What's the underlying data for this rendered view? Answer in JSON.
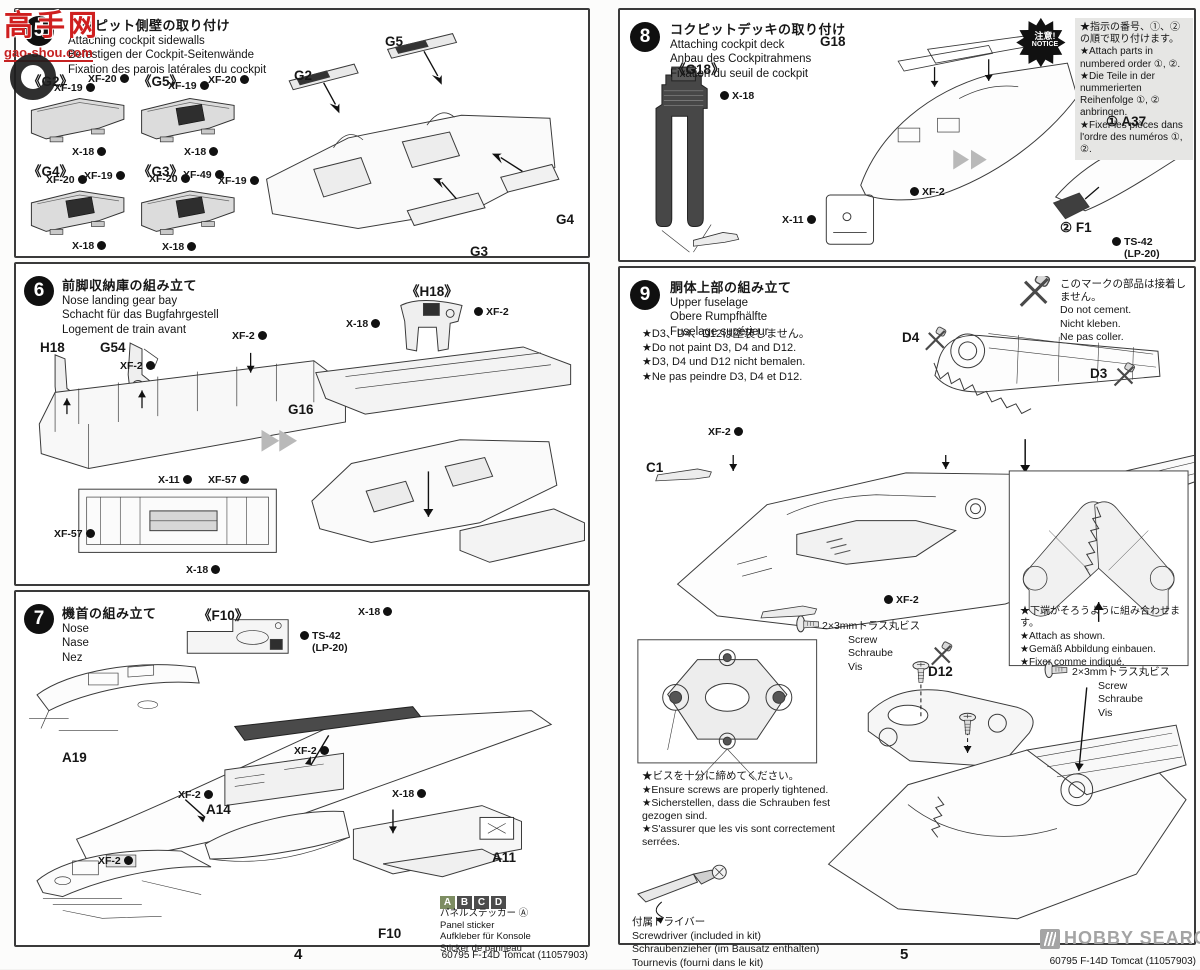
{
  "doc": {
    "kit_code": "60795 F-14D Tomcat (11057903)",
    "page_left_number": "4",
    "page_right_number": "5"
  },
  "watermark": {
    "gaoshou_cn": "高手网",
    "gaoshou_url": "gao-shou.com",
    "hobbysearch": "HOBBY SEARCH"
  },
  "paints": {
    "xf19": "XF-19",
    "xf20": "XF-20",
    "x18": "X-18",
    "xf49": "XF-49",
    "xf2": "XF-2",
    "x11": "X-11",
    "xf57": "XF-57",
    "ts42": "TS-42",
    "lp20": "(LP-20)"
  },
  "parts": {
    "g2": "G2",
    "g5": "G5",
    "g4": "G4",
    "g3": "G3",
    "h18": "H18",
    "g54": "G54",
    "g16": "G16",
    "g18": "G18",
    "a37": "A37",
    "f1": "F1",
    "a19": "A19",
    "a14": "A14",
    "a11": "A11",
    "f10": "F10",
    "c1": "C1",
    "d3": "D3",
    "d4": "D4",
    "d12": "D12"
  },
  "insets": {
    "g2": "《G2》",
    "g5": "《G5》",
    "g4": "《G4》",
    "g3": "《G3》",
    "h18": "《H18》",
    "f10": "《F10》",
    "g18": "《G18》"
  },
  "circled": {
    "one": "①",
    "two": "②"
  },
  "steps": {
    "s5": {
      "num": "5",
      "title_ja": "コクピット側壁の取り付け",
      "title_en": "Attaching cockpit sidewalls",
      "title_de": "Befestigen der Cockpit-Seitenwände",
      "title_fr": "Fixation des parois latérales du cockpit"
    },
    "s6": {
      "num": "6",
      "title_ja": "前脚収納庫の組み立て",
      "title_en": "Nose landing gear bay",
      "title_de": "Schacht für das Bugfahrgestell",
      "title_fr": "Logement de train avant"
    },
    "s7": {
      "num": "7",
      "title_ja": "機首の組み立て",
      "title_en": "Nose",
      "title_de": "Nase",
      "title_fr": "Nez"
    },
    "s8": {
      "num": "8",
      "title_ja": "コクピットデッキの取り付け",
      "title_en": "Attaching cockpit deck",
      "title_de": "Anbau des Cockpitrahmens",
      "title_fr": "Fixation du seuil de cockpit"
    },
    "s9": {
      "num": "9",
      "title_ja": "胴体上部の組み立て",
      "title_en": "Upper fuselage",
      "title_de": "Obere Rumpfhälfte",
      "title_fr": "Fuselage supérieur"
    }
  },
  "notes": {
    "notice_badge_ja": "注意!",
    "notice_badge_en": "NOTICE",
    "notice_ja": "★指示の番号、①、②の順で取り付けます。",
    "notice_en": "★Attach parts in numbered order ①, ②.",
    "notice_de": "★Die Teile in der nummerierten Reihenfolge ①, ② anbringen.",
    "notice_fr": "★Fixer les pièces dans l'ordre des numéros ①, ②.",
    "no_cement_ja": "このマークの部品は接着しません。",
    "no_cement_en": "Do not cement.",
    "no_cement_de": "Nicht kleben.",
    "no_cement_fr": "Ne pas coller.",
    "no_paint_ja": "★D3、D4、D12は塗装しません。",
    "no_paint_en": "★Do not paint D3, D4 and D12.",
    "no_paint_de": "★D3, D4 und D12 nicht bemalen.",
    "no_paint_fr": "★Ne pas peindre D3, D4 et D12.",
    "attach_ja": "★下端がそろうように組み合わせます。",
    "attach_en": "★Attach as shown.",
    "attach_de": "★Gemäß Abbildung einbauen.",
    "attach_fr": "★Fixer comme indiqué.",
    "screw_tight_ja": "★ビスを十分に締めてください。",
    "screw_tight_en": "★Ensure screws are properly tightened.",
    "screw_tight_de": "★Sicherstellen, dass die Schrauben fest gezogen sind.",
    "screw_tight_fr": "★S'assurer que les vis sont correctement serrées.",
    "screw_spec_ja": "2×3mmトラス丸ビス",
    "screw_spec_en": "Screw",
    "screw_spec_de": "Schraube",
    "screw_spec_fr": "Vis",
    "screwdriver_ja": "付属ドライバー",
    "screwdriver_en": "Screwdriver (included in kit)",
    "screwdriver_de": "Schraubenzieher (im Bausatz enthalten)",
    "screwdriver_fr": "Tournevis (fourni dans le kit)",
    "panel_sticker_ja": "パネルステッカー Ⓐ",
    "panel_sticker_en": "Panel sticker",
    "panel_sticker_de": "Aufkleber für Konsole",
    "panel_sticker_fr": "Sticker de panneau"
  },
  "sticker_boxes": {
    "a": "A",
    "b": "B",
    "c": "C",
    "d": "D"
  }
}
